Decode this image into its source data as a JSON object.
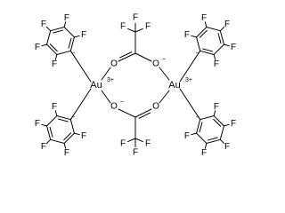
{
  "structure": {
    "metal_symbol": "Au",
    "metal_charge": "3+",
    "oxygen_symbol": "O",
    "anion_charge": "−",
    "fluorine_symbol": "F",
    "carbanion_charge": "−"
  },
  "colors": {
    "bond": "#000000",
    "label": "#000000",
    "background": "#ffffff"
  }
}
